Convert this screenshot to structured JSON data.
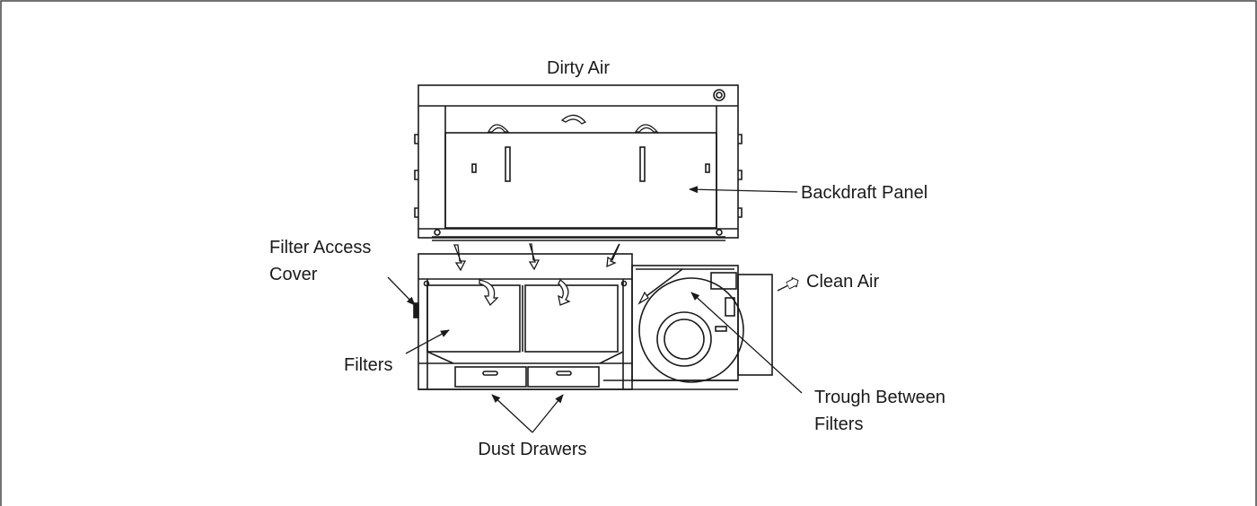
{
  "labels": {
    "dirty_air": "Dirty Air",
    "backdraft_panel": "Backdraft Panel",
    "filter_access_cover_line1": "Filter Access",
    "filter_access_cover_line2": "Cover",
    "clean_air": "Clean Air",
    "filters": "Filters",
    "trough_line1": "Trough Between",
    "trough_line2": "Filters",
    "dust_drawers": "Dust Drawers"
  },
  "colors": {
    "line": "#1a1a1a",
    "frame": "#333333",
    "background": "#ffffff"
  }
}
